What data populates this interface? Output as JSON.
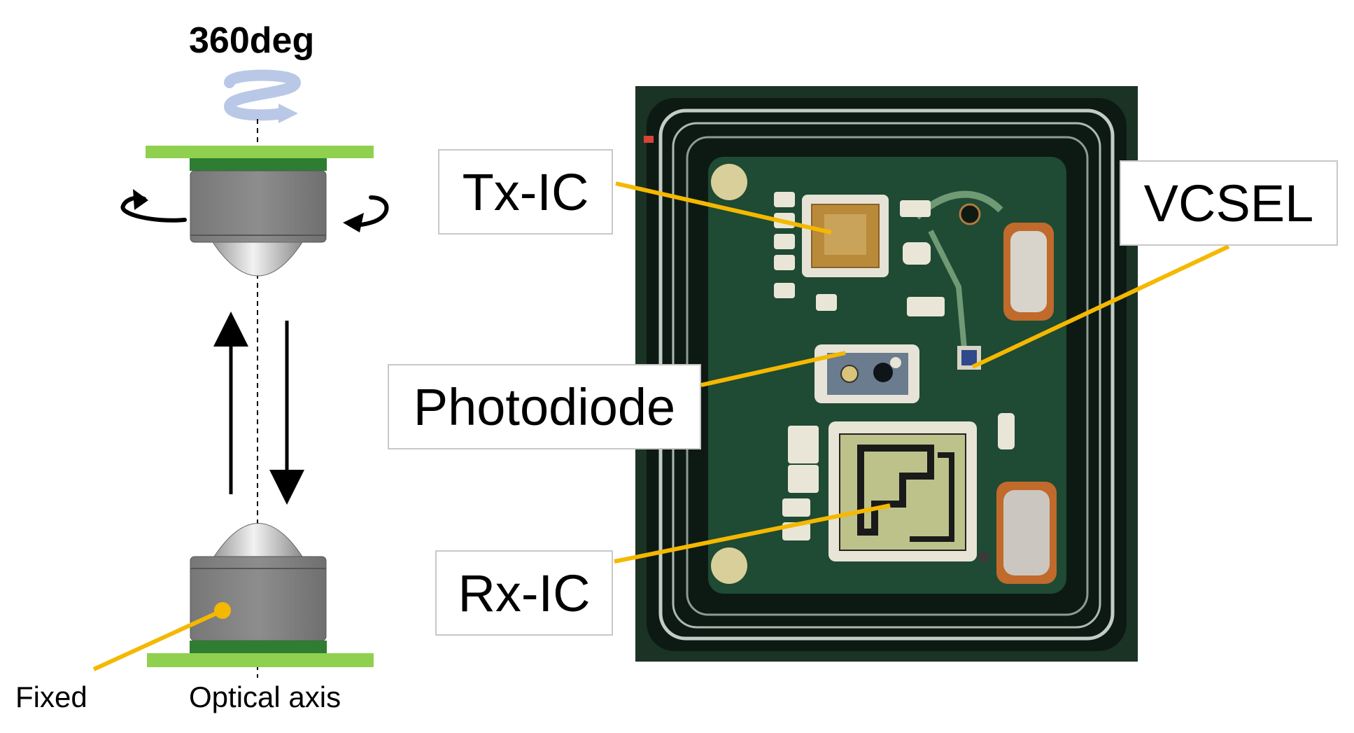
{
  "diagram": {
    "rotation_label": "360deg",
    "fixed_label": "Fixed",
    "optical_axis_label": "Optical axis",
    "callouts": {
      "tx_ic": "Tx-IC",
      "vcsel": "VCSEL",
      "photodiode": "Photodiode",
      "rx_ic": "Rx-IC"
    }
  },
  "colors": {
    "leader_line": "#f5b800",
    "pcb_green": "#8fd14f",
    "module_grey": "#8a8a8a",
    "board": "#1f3b2a"
  }
}
